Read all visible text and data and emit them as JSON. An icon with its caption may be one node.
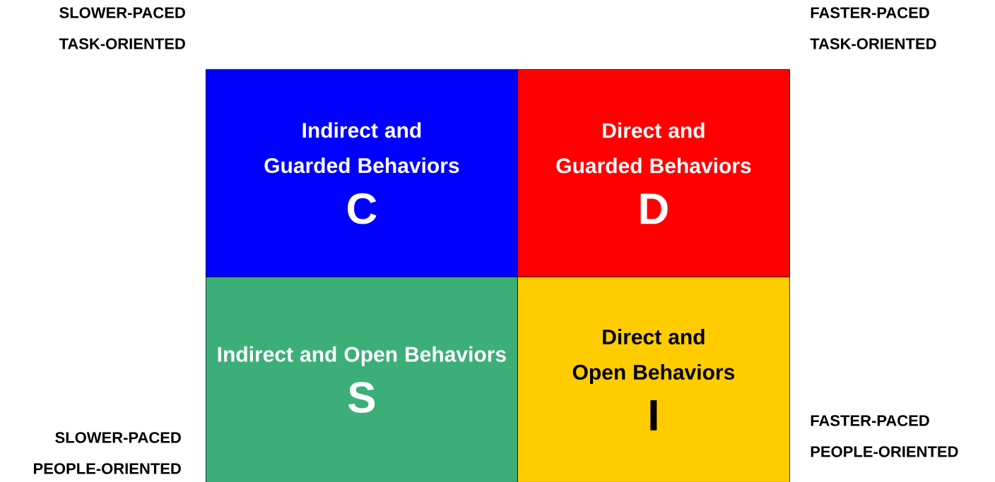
{
  "diagram": {
    "nodes": [
      {
        "text": [
          "Indirect and Guarded Behaviors",
          "C"
        ]
      },
      {
        "text": [
          "Direct and Guarded Behaviors",
          "D"
        ]
      },
      {
        "text": [
          "Indirect and Open Behaviors",
          "S"
        ]
      },
      {
        "text": [
          "Direct and Open Behaviors",
          "I"
        ]
      }
    ],
    "labels": [
      "SLOWER-PACED TASK-ORIENTED",
      "FASTER-PACED TASK-ORIENTED",
      "FASTER-PACED PEOPLE-ORIENTED",
      "SLOWER-PACED PEOPLE-ORIENTED"
    ]
  }
}
